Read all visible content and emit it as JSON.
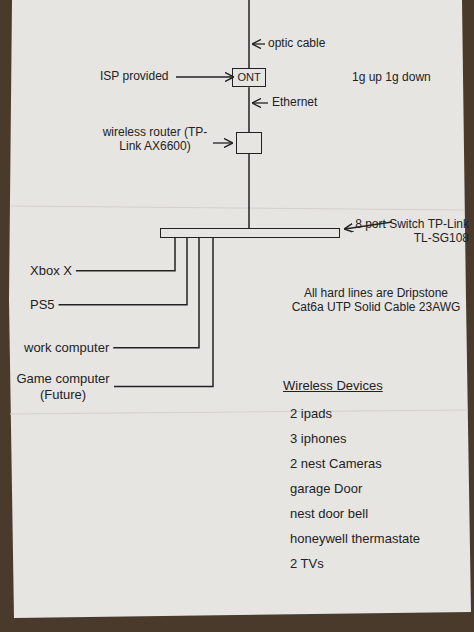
{
  "diagram": {
    "nodes": [
      {
        "text": [
          "ONT"
        ]
      },
      {
        "text": [
          "wireless router (TP-Link AX6600)"
        ]
      },
      {
        "text": [
          "8 port Switch TP-Link TL-SG108"
        ]
      },
      {
        "text": [
          "Xbox X"
        ]
      },
      {
        "text": [
          "PS5"
        ]
      },
      {
        "text": [
          "work computer"
        ]
      },
      {
        "text": [
          "Game computer (Future)"
        ]
      }
    ],
    "edges": [
      {
        "from": 0,
        "to": 1,
        "arrow": "none"
      },
      {
        "from": 1,
        "to": 2,
        "arrow": "none"
      },
      {
        "from": 2,
        "to": 3,
        "arrow": "none"
      },
      {
        "from": 2,
        "to": 4,
        "arrow": "none"
      },
      {
        "from": 2,
        "to": 5,
        "arrow": "none"
      },
      {
        "from": 2,
        "to": 6,
        "arrow": "none"
      }
    ],
    "labels": [
      "optic cable",
      "ISP provided",
      "1g up 1g down",
      "Ethernet",
      "All hard lines are Dripstone Cat6a UTP Solid Cable 23AWG",
      "Wireless Devices",
      "2 ipads",
      "3 iphones",
      "2 nest Cameras",
      "garage Door",
      "nest door bell",
      "honeywell thermastate",
      "2 TVs"
    ]
  }
}
